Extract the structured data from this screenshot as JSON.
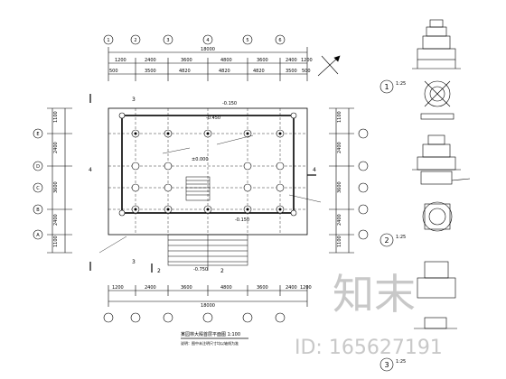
{
  "top_dims": {
    "overall": "18000",
    "row1": [
      "1200",
      "2400",
      "3600",
      "4800",
      "3600",
      "2400",
      "1200"
    ],
    "row2": [
      "500",
      "3500",
      "4820",
      "4820",
      "4820",
      "3500",
      "500"
    ]
  },
  "bottom_dims": {
    "row1": [
      "1200",
      "2400",
      "3600",
      "4800",
      "3600",
      "2400",
      "1200"
    ],
    "overall": "18000"
  },
  "left_dims": [
    "1100",
    "2400",
    "3600",
    "2400",
    "1100"
  ],
  "right_dims": [
    "1100",
    "2400",
    "3600",
    "2400",
    "1100"
  ],
  "axis_cols": [
    "1",
    "2",
    "3",
    "4",
    "5",
    "6"
  ],
  "axis_rows": [
    "A",
    "B",
    "C",
    "D",
    "E"
  ],
  "section_marks": [
    "3",
    "4",
    "2",
    "2",
    "3",
    "4"
  ],
  "elevations": [
    "-0.150",
    "±0.000",
    "-0.450",
    "-0.150",
    "-0.750"
  ],
  "plan_title": "某园林大殿首层平面图 1:100",
  "plan_note": "说明：图中未注明尺寸均以轴线为准",
  "detail_labels": [
    "1",
    "2",
    "3"
  ],
  "detail_scales": [
    "1:25",
    "1:25",
    "1:25"
  ],
  "watermark_text": "知末",
  "watermark_id": "ID: 165627191"
}
